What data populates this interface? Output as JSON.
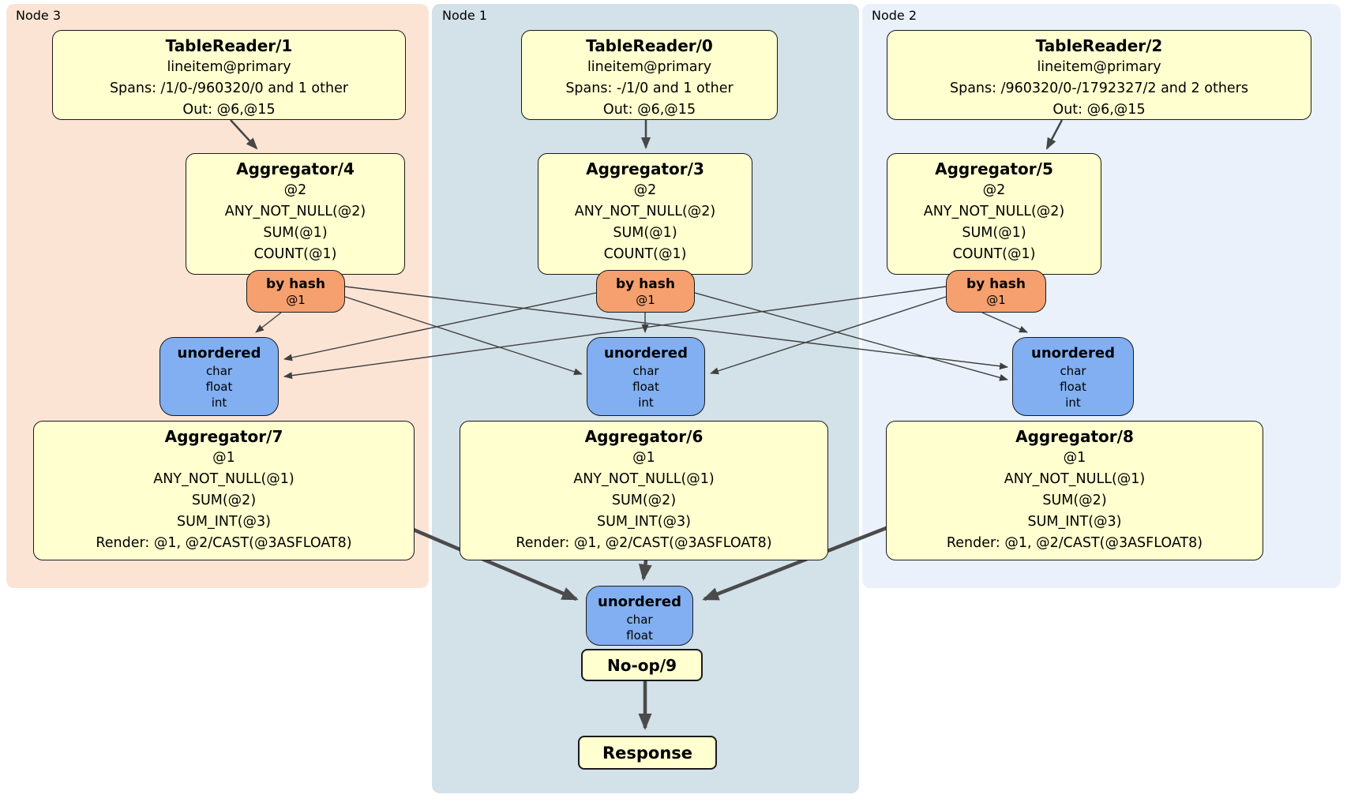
{
  "colors": {
    "node3_band": "#fce4d5",
    "node1_band": "#d3e1e9",
    "node2_band": "#eaf1fa",
    "processor_fill": "#ffffcf",
    "router_fill": "#f5a06e",
    "synchronizer_fill": "#81aff1",
    "edge": "#3f3f3f"
  },
  "bands": {
    "node3": {
      "label": "Node 3"
    },
    "node1": {
      "label": "Node 1"
    },
    "node2": {
      "label": "Node 2"
    }
  },
  "boxes": {
    "tr1": {
      "title": "TableReader/1",
      "lines": [
        "lineitem@primary",
        "Spans: /1/0-/960320/0 and 1 other",
        "Out: @6,@15"
      ]
    },
    "tr0": {
      "title": "TableReader/0",
      "lines": [
        "lineitem@primary",
        "Spans: -/1/0 and 1 other",
        "Out: @6,@15"
      ]
    },
    "tr2": {
      "title": "TableReader/2",
      "lines": [
        "lineitem@primary",
        "Spans: /960320/0-/1792327/2 and 2 others",
        "Out: @6,@15"
      ]
    },
    "agg4": {
      "title": "Aggregator/4",
      "lines": [
        "@2",
        "ANY_NOT_NULL(@2)",
        "SUM(@1)",
        "COUNT(@1)"
      ]
    },
    "agg3": {
      "title": "Aggregator/3",
      "lines": [
        "@2",
        "ANY_NOT_NULL(@2)",
        "SUM(@1)",
        "COUNT(@1)"
      ]
    },
    "agg5": {
      "title": "Aggregator/5",
      "lines": [
        "@2",
        "ANY_NOT_NULL(@2)",
        "SUM(@1)",
        "COUNT(@1)"
      ]
    },
    "hash3": {
      "title": "by hash",
      "lines": [
        "@1"
      ]
    },
    "hash1": {
      "title": "by hash",
      "lines": [
        "@1"
      ]
    },
    "hash2": {
      "title": "by hash",
      "lines": [
        "@1"
      ]
    },
    "un3": {
      "title": "unordered",
      "lines": [
        "char",
        "float",
        "int"
      ]
    },
    "un1": {
      "title": "unordered",
      "lines": [
        "char",
        "float",
        "int"
      ]
    },
    "un2": {
      "title": "unordered",
      "lines": [
        "char",
        "float",
        "int"
      ]
    },
    "agg7": {
      "title": "Aggregator/7",
      "lines": [
        "@1",
        "ANY_NOT_NULL(@1)",
        "SUM(@2)",
        "SUM_INT(@3)",
        "Render: @1, @2/CAST(@3ASFLOAT8)"
      ]
    },
    "agg6": {
      "title": "Aggregator/6",
      "lines": [
        "@1",
        "ANY_NOT_NULL(@1)",
        "SUM(@2)",
        "SUM_INT(@3)",
        "Render: @1, @2/CAST(@3ASFLOAT8)"
      ]
    },
    "agg8": {
      "title": "Aggregator/8",
      "lines": [
        "@1",
        "ANY_NOT_NULL(@1)",
        "SUM(@2)",
        "SUM_INT(@3)",
        "Render: @1, @2/CAST(@3ASFLOAT8)"
      ]
    },
    "unb": {
      "title": "unordered",
      "lines": [
        "char",
        "float"
      ]
    },
    "noop": {
      "title": "No-op/9"
    },
    "resp": {
      "title": "Response"
    }
  }
}
